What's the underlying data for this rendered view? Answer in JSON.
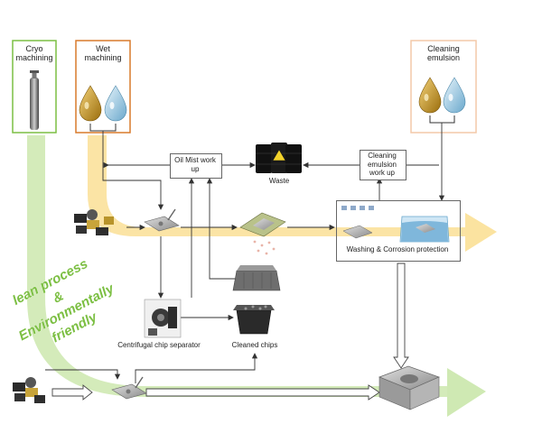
{
  "inputs": {
    "cryo": "Cryo machining",
    "wet": "Wet machining",
    "cleaning": "Cleaning emulsion"
  },
  "nodes": {
    "oil_mist": "Oil Mist work up",
    "cleaning_work_up": "Cleaning emulsion work up",
    "waste": "Waste",
    "washing": "Washing & Corrosion protection",
    "centrifugal": "Centrifugal chip separator",
    "cleaned_chips": "Cleaned chips"
  },
  "slogan": [
    "lean process",
    "&",
    "Environmentally",
    "friendly"
  ],
  "colors": {
    "cryo": "#7cbf43",
    "wet": "#d97a2b",
    "cleaning": "#f3c9a8",
    "green_flow": "#cfe9b3",
    "yellow_flow": "#fbe3a0",
    "oil_drop": "#b8860b",
    "water_drop": "#7fb3d5"
  }
}
